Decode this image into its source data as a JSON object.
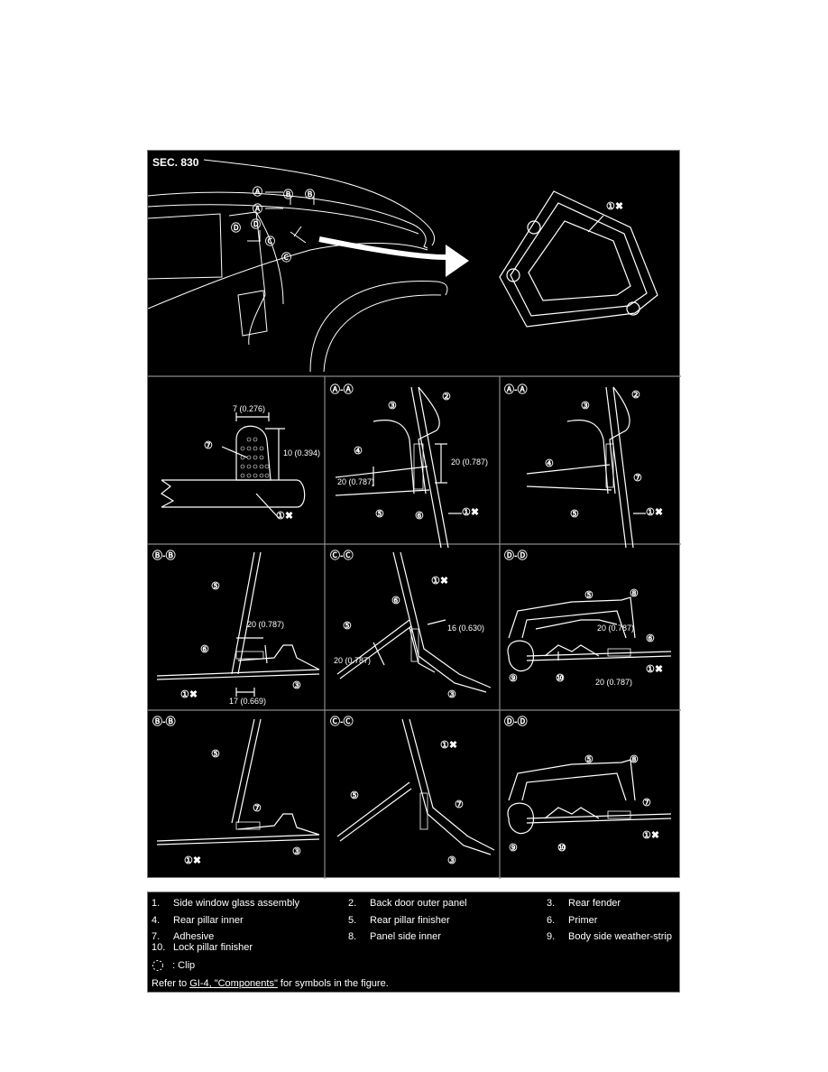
{
  "figure": {
    "section": "SEC. 830",
    "views": {
      "aa1": "Ⓐ-Ⓐ",
      "aa2": "Ⓐ-Ⓐ",
      "bb1": "Ⓑ-Ⓑ",
      "bb2": "Ⓑ-Ⓑ",
      "cc1": "Ⓒ-Ⓒ",
      "cc2": "Ⓒ-Ⓒ",
      "dd1": "Ⓓ-Ⓓ",
      "dd2": "Ⓓ-Ⓓ"
    },
    "dimensions": {
      "width_7": "7 (0.276)",
      "height_10": "10 (0.394)",
      "d20": "20 (0.787)",
      "d16": "16 (0.630)",
      "d17": "17 (0.669)"
    },
    "markers": {
      "a": "Ⓐ",
      "b": "Ⓑ",
      "c": "Ⓒ",
      "d": "Ⓓ",
      "n1": "①",
      "n2": "②",
      "n3": "③",
      "n4": "④",
      "n5": "⑤",
      "n6": "⑥",
      "n7": "⑦",
      "n8": "⑧",
      "n9": "⑨",
      "n10": "⑩",
      "x": "✖"
    }
  },
  "legend": {
    "items": [
      {
        "num": "1.",
        "label": "Side window glass assembly"
      },
      {
        "num": "2.",
        "label": "Back door outer panel"
      },
      {
        "num": "3.",
        "label": "Rear fender"
      },
      {
        "num": "4.",
        "label": "Rear pillar inner"
      },
      {
        "num": "5.",
        "label": "Rear pillar finisher"
      },
      {
        "num": "6.",
        "label": "Primer"
      },
      {
        "num": "7.",
        "label": "Adhesive"
      },
      {
        "num": "8.",
        "label": "Panel side inner"
      },
      {
        "num": "9.",
        "label": "Body side weather-strip"
      },
      {
        "num": "10.",
        "label": "Lock pillar finisher"
      }
    ],
    "clip_label": ": Clip",
    "refer_prefix": "Refer to ",
    "refer_link": "GI-4, \"Components\"",
    "refer_suffix": " for symbols in the figure."
  },
  "colors": {
    "background": "#000000",
    "line": "#ffffff",
    "border": "#7a7a7a"
  }
}
